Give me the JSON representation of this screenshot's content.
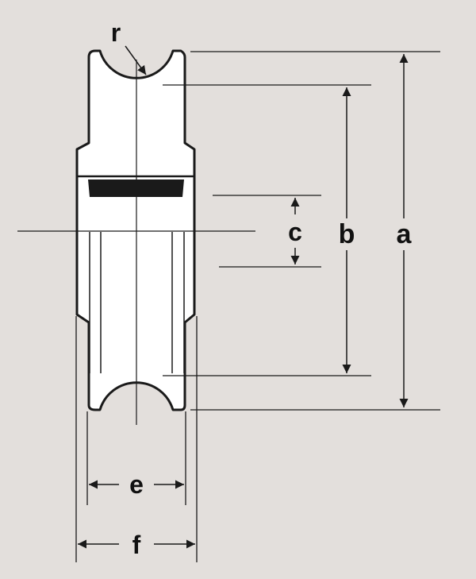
{
  "diagram": {
    "colors": {
      "background": "#e3dfdc",
      "body": "#ffffff",
      "stroke": "#1a1a1a",
      "bearing": "#1a1a1a",
      "text": "#111111"
    },
    "labels": {
      "r": "r",
      "a": "a",
      "b": "b",
      "c": "c",
      "e": "e",
      "f": "f"
    }
  }
}
